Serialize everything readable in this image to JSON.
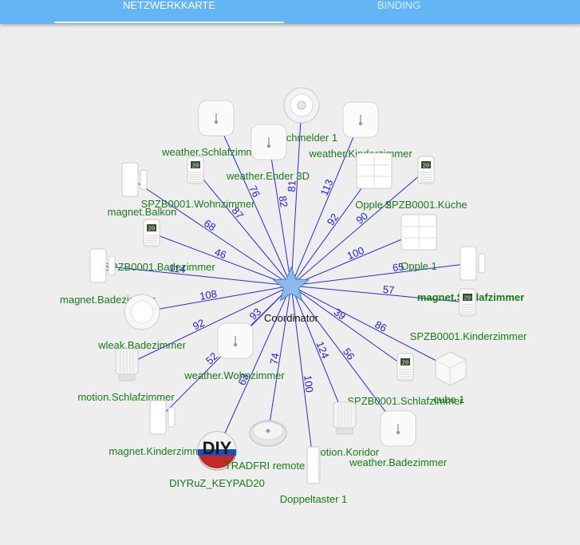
{
  "tabs": {
    "map": "NETZWERKKARTE",
    "binding": "BINDING"
  },
  "colors": {
    "header": "#64b5f6",
    "link": "#2a2ae0",
    "label": "#1a7a1a",
    "coordinator": "#8ab9ee"
  },
  "coordinator": {
    "label": "Coordinator",
    "icon": "star-icon"
  },
  "nodes": [
    {
      "label": "weather.Schlafzimmer",
      "icon": "weather-sensor-icon",
      "lqi": "76"
    },
    {
      "label": "Rauchmelder 1",
      "icon": "smoke-detector-icon",
      "lqi": "81"
    },
    {
      "label": "weather.Kinderzimmer",
      "icon": "weather-sensor-icon",
      "lqi": "113"
    },
    {
      "label": "weather.Ender 3D",
      "icon": "weather-sensor-icon",
      "lqi": "82"
    },
    {
      "label": "SPZB0001.Wohnzimmer",
      "icon": "thermostat-icon",
      "lqi": "87"
    },
    {
      "label": "Opple 2",
      "icon": "wall-switch-icon",
      "lqi": "92"
    },
    {
      "label": "SPZB0001.Küche",
      "icon": "thermostat-icon",
      "lqi": "90"
    },
    {
      "label": "magnet.Balkon",
      "icon": "door-sensor-icon",
      "lqi": "68"
    },
    {
      "label": "SPZB0001.Badezimmer",
      "icon": "thermostat-icon",
      "lqi": "46"
    },
    {
      "label": "Opple 1",
      "icon": "wall-switch-icon",
      "lqi": "100"
    },
    {
      "label": "magnet.Badezimmer",
      "icon": "door-sensor-icon",
      "lqi": "114"
    },
    {
      "label": "magnet.Schlafzimmer",
      "icon": "door-sensor-icon",
      "lqi": "65"
    },
    {
      "label": "wleak.Badezimmer",
      "icon": "water-leak-icon",
      "lqi": "108"
    },
    {
      "label": "SPZB0001.Kinderzimmer",
      "icon": "thermostat-icon",
      "lqi": "57"
    },
    {
      "label": "weather.Wohnzimmer",
      "icon": "weather-sensor-icon",
      "lqi": "93"
    },
    {
      "label": "motion.Schlafzimmer",
      "icon": "motion-sensor-icon",
      "lqi": "92"
    },
    {
      "label": "cube 1",
      "icon": "cube-icon",
      "lqi": "86"
    },
    {
      "label": "SPZB0001.Schlafzimmer",
      "icon": "thermostat-icon",
      "lqi": "39"
    },
    {
      "label": "magnet.Kinderzimmer",
      "icon": "door-sensor-icon",
      "lqi": "52"
    },
    {
      "label": "motion.Koridor",
      "icon": "motion-sensor-icon",
      "lqi": "124"
    },
    {
      "label": "weather.Badezimmer",
      "icon": "weather-sensor-icon",
      "lqi": "56"
    },
    {
      "label": "DIYRuZ_KEYPAD20",
      "icon": "diy-logo-icon",
      "lqi": "63"
    },
    {
      "label": "TRADFRI remote",
      "icon": "tradfri-remote-icon",
      "lqi": "74"
    },
    {
      "label": "Doppeltaster 1",
      "icon": "double-button-icon",
      "lqi": "100"
    }
  ],
  "diy_logo_text": "DIY"
}
